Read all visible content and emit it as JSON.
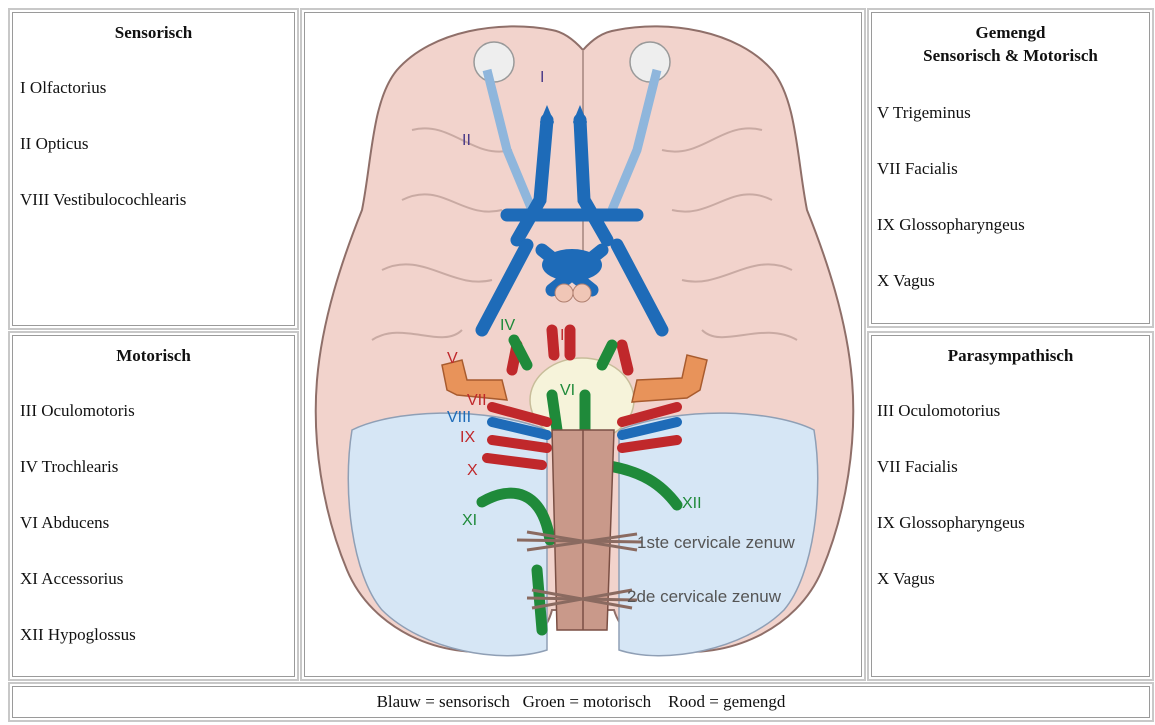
{
  "sensory": {
    "title": "Sensorisch",
    "items": [
      "I Olfactorius",
      "II Opticus",
      "VIII Vestibulocochlearis"
    ]
  },
  "motor": {
    "title": "Motorisch",
    "items": [
      "III Oculomotoris",
      "IV Trochlearis",
      "VI Abducens",
      "XI Accessorius",
      "XII Hypoglossus"
    ]
  },
  "mixed": {
    "title_line1": "Gemengd",
    "title_line2": "Sensorisch & Motorisch",
    "items": [
      "V Trigeminus",
      "VII Facialis",
      "IX Glossopharyngeus",
      "X Vagus"
    ]
  },
  "parasympathetic": {
    "title": "Parasympathisch",
    "items": [
      "III Oculomotorius",
      "VII Facialis",
      "IX Glossopharyngeus",
      "X Vagus"
    ]
  },
  "legend": {
    "text": "Blauw = sensorisch   Groen = motorisch    Rood = gemengd"
  },
  "diagram": {
    "labels": {
      "I": "I",
      "II": "II",
      "III": "III",
      "IV": "IV",
      "V": "V",
      "VI": "VI",
      "VII": "VII",
      "VIII": "VIII",
      "IX": "IX",
      "X": "X",
      "XI": "XI",
      "XII": "XII",
      "c1": "1ste cervicale zenuw",
      "c2": "2de cervicale zenuw"
    },
    "colors": {
      "sensory": "#1e6bb8",
      "motor": "#1f8a3a",
      "mixed": "#c0282b",
      "trigeminal": "#e8935a",
      "brain": "#f2d3cc",
      "cerebellum": "#d6e6f5"
    }
  }
}
